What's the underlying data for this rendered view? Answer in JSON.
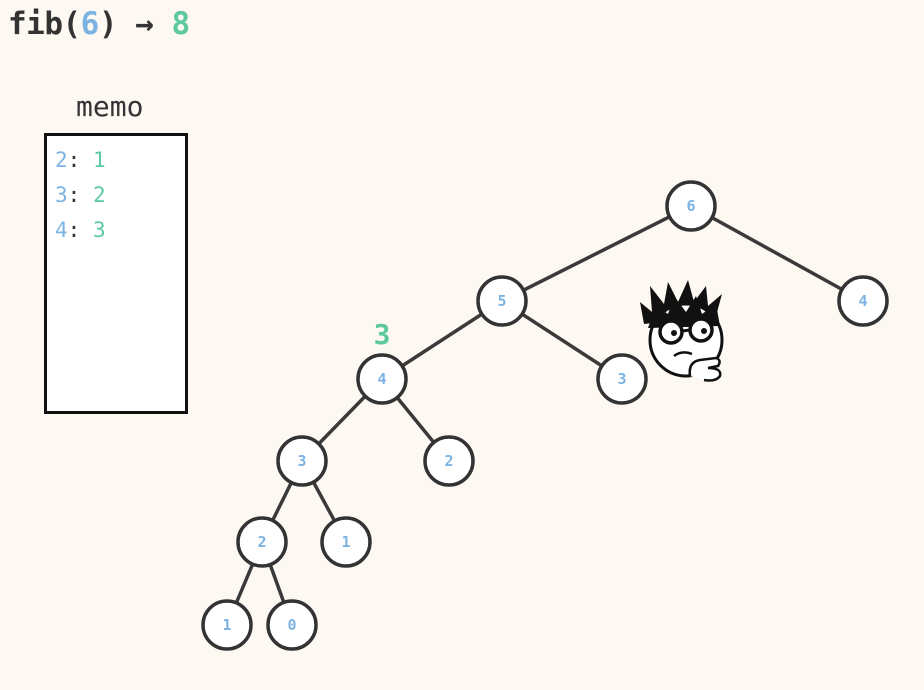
{
  "header": {
    "fn": "fib(",
    "arg": "6",
    "close": ")",
    "arrow": " → ",
    "result": "8"
  },
  "memo": {
    "label": "memo",
    "entries": [
      {
        "key": "2",
        "sep": ": ",
        "value": "1"
      },
      {
        "key": "3",
        "sep": ": ",
        "value": "2"
      },
      {
        "key": "4",
        "sep": ": ",
        "value": "3"
      }
    ]
  },
  "tree": {
    "nodes": [
      {
        "id": "n6",
        "label": "6"
      },
      {
        "id": "n5",
        "label": "5"
      },
      {
        "id": "n4r",
        "label": "4"
      },
      {
        "id": "n4",
        "label": "4"
      },
      {
        "id": "n3r",
        "label": "3"
      },
      {
        "id": "n3",
        "label": "3"
      },
      {
        "id": "n2r",
        "label": "2"
      },
      {
        "id": "n2",
        "label": "2"
      },
      {
        "id": "n1r",
        "label": "1"
      },
      {
        "id": "n1",
        "label": "1"
      },
      {
        "id": "n0",
        "label": "0"
      }
    ],
    "edges": [
      [
        "n6",
        "n5"
      ],
      [
        "n6",
        "n4r"
      ],
      [
        "n5",
        "n4"
      ],
      [
        "n5",
        "n3r"
      ],
      [
        "n4",
        "n3"
      ],
      [
        "n4",
        "n2r"
      ],
      [
        "n3",
        "n2"
      ],
      [
        "n3",
        "n1r"
      ],
      [
        "n2",
        "n1"
      ],
      [
        "n2",
        "n0"
      ]
    ],
    "annotation": {
      "node": "n4",
      "value": "3"
    }
  },
  "colors": {
    "key": "#7cb3e3",
    "value": "#5cc9a0",
    "stroke": "#333333",
    "background": "#fdf8f2"
  },
  "icons": [
    "thinking-face-icon"
  ]
}
